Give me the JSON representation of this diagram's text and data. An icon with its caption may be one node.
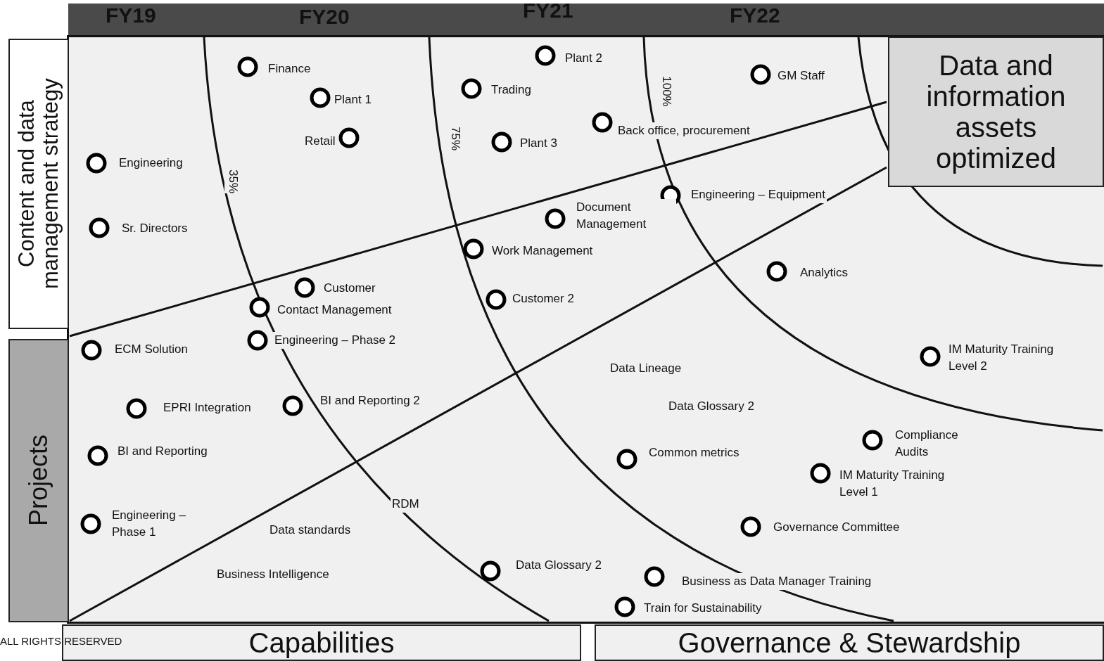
{
  "diagram": {
    "nodes": [
      {
        "text": [
          "Content and data management strategy"
        ]
      },
      {
        "text": [
          "Projects"
        ]
      },
      {
        "text": [
          "Data and information assets optimized"
        ]
      },
      {
        "text": [
          "Capabilities"
        ]
      },
      {
        "text": [
          "Governance & Stewardship"
        ]
      }
    ],
    "labels": [
      "FY19",
      "FY20",
      "FY21",
      "FY22",
      "Plant 2",
      "GM Staff",
      "Finance",
      "Trading",
      "100%",
      "Plant 1",
      "Back office, procurement",
      "Retail",
      "Plant 3",
      "75%",
      "Engineering",
      "35%",
      "Engineering – Equipment",
      "Document Management",
      "Sr. Directors",
      "Work Management",
      "Analytics",
      "Customer",
      "Customer 2",
      "Contact Management",
      "Engineering – Phase 2",
      "ECM Solution",
      "IM Maturity Training Level 2",
      "Data Lineage",
      "BI and Reporting 2",
      "EPRI Integration",
      "Data Glossary 2",
      "Compliance Audits",
      "BI and Reporting",
      "Common metrics",
      "IM Maturity Training Level 1",
      "RDM",
      "Engineering – Phase 1",
      "Data standards",
      "Governance Committee",
      "Data Glossary 2",
      "Business Intelligence",
      "Business as Data Manager Training",
      "Train for Sustainability",
      "ALL RIGHTS RESERVED"
    ]
  }
}
